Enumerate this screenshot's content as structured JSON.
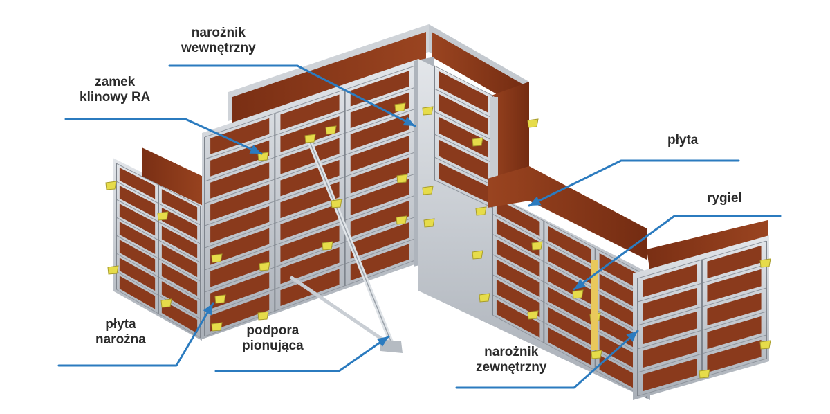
{
  "labels": {
    "inner_corner": {
      "line1": "narożnik",
      "line2": "wewnętrzny"
    },
    "wedge_lock": {
      "line1": "zamek",
      "line2": "klinowy RA"
    },
    "panel": {
      "line1": "płyta"
    },
    "waler": {
      "line1": "rygiel"
    },
    "corner_panel": {
      "line1": "płyta",
      "line2": "narożna"
    },
    "push_pull_prop": {
      "line1": "podpora",
      "line2": "pionująca"
    },
    "outer_corner": {
      "line1": "narożnik",
      "line2": "zewnętrzny"
    }
  },
  "colors": {
    "leader_line": "#2b7bbf",
    "panel_plywood": "#8a3a1c",
    "frame_steel": "#b9bec6",
    "clamp": "#e6dc4a"
  }
}
